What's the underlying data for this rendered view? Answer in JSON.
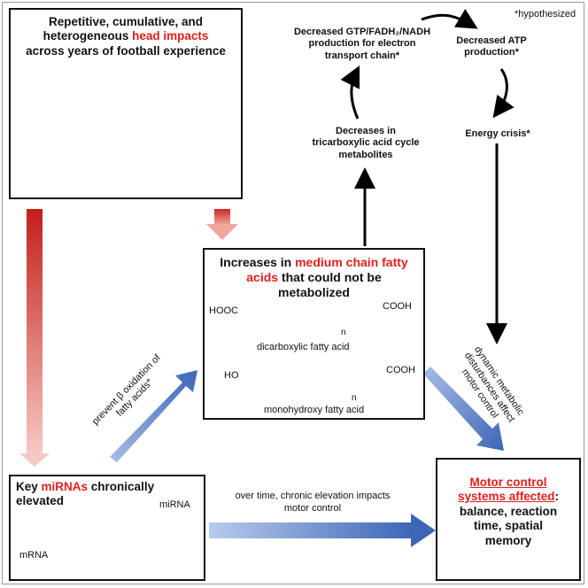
{
  "footnote": "*hypothesized",
  "head_impacts_box": {
    "line1": "Repetitive, cumulative, and",
    "line2_pre": "heterogeneous ",
    "line2_red": "head impacts",
    "line3": "across years of football experience"
  },
  "tca_cycle": {
    "top_left": [
      "Decreased GTP/FADH₂/NADH",
      "production for electron",
      "transport chain*"
    ],
    "top_right": [
      "Decreased ATP",
      "production*"
    ],
    "right": "Energy crisis*",
    "left": [
      "Decreases in",
      "tricarboxylic acid cycle",
      "metabolites"
    ]
  },
  "fatty_acid_box": {
    "title_pre": "Increases in ",
    "title_red": "medium chain fatty",
    "title_red2": "acids",
    "title_post": " that could not be",
    "title_line3": "metabolized",
    "struct1": {
      "left_group": "HOOC",
      "right_group": "COOH",
      "subscript": "n",
      "caption": "dicarboxylic fatty acid"
    },
    "struct2": {
      "left_group": "HO",
      "right_group": "COOH",
      "subscript": "n",
      "caption": "monohydroxy fatty acid"
    }
  },
  "beta_oxidation_label": [
    "prevent β oxidation of",
    "fatty acids*"
  ],
  "metabolic_label": [
    "dynamic metabolic",
    "disturbances affect",
    "motor control"
  ],
  "mirna_box": {
    "title_pre": "Key ",
    "title_red": "miRNAs",
    "title_post": " chronically",
    "title_line2": "elevated",
    "mirna_label": "miRNA",
    "mrna_label": "mRNA"
  },
  "chronic_label": [
    "over time, chronic elevation impacts",
    "motor control"
  ],
  "motor_box": {
    "title_red": "Motor control",
    "line2_red": "systems affected",
    "line2_post": ":",
    "line3": "balance, reaction",
    "line4": "time, spatial",
    "line5": "memory"
  },
  "colors": {
    "accent_red": "#e0201c",
    "arrow_red": "#c9201c",
    "arrow_blue": "#4d74bf",
    "helmet_green": "#3aaa35"
  }
}
